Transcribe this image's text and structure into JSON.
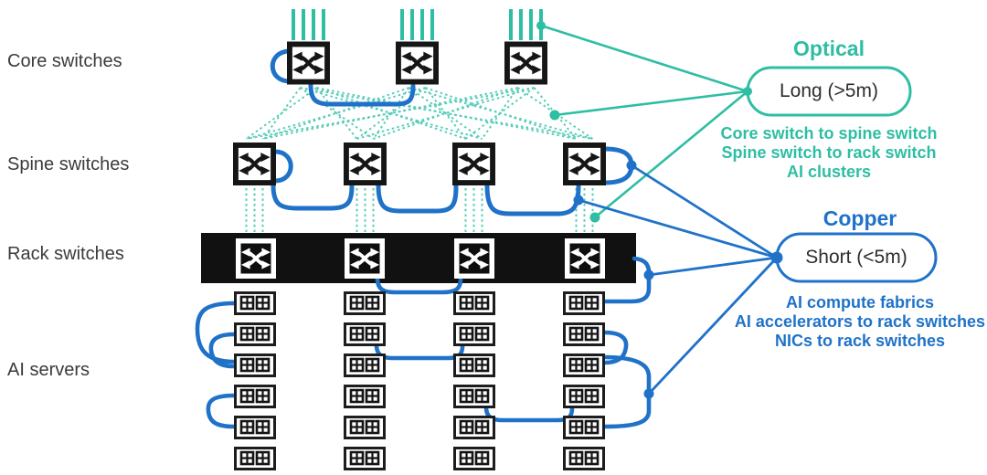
{
  "row_labels": {
    "core": "Core switches",
    "spine": "Spine switches",
    "rack": "Rack switches",
    "servers": "AI servers"
  },
  "legend": {
    "optical": {
      "title": "Optical",
      "pill_label": "Long (>5m)",
      "items": [
        "Core switch to spine switch",
        "Spine switch to rack switch",
        "AI clusters"
      ],
      "color": "#2ebea3"
    },
    "copper": {
      "title": "Copper",
      "pill_label": "Short (<5m)",
      "items": [
        "AI compute fabrics",
        "AI accelerators to rack switches",
        "NICs to rack switches"
      ],
      "color": "#1f72c8"
    }
  },
  "diagram": {
    "core_switch_count": 3,
    "spine_switch_count": 4,
    "rack_switch_count": 4,
    "ai_server_columns": 4,
    "ai_server_rows": 6,
    "icons": {
      "switch": "crossbar-switch-icon",
      "server": "dual-accelerator-server-icon"
    },
    "link_colors": {
      "optical_links": "#2ebea3",
      "optical_mesh_dotted": "#55cdb7",
      "copper_links": "#1f72c8",
      "rack_bar": "#111111"
    }
  }
}
